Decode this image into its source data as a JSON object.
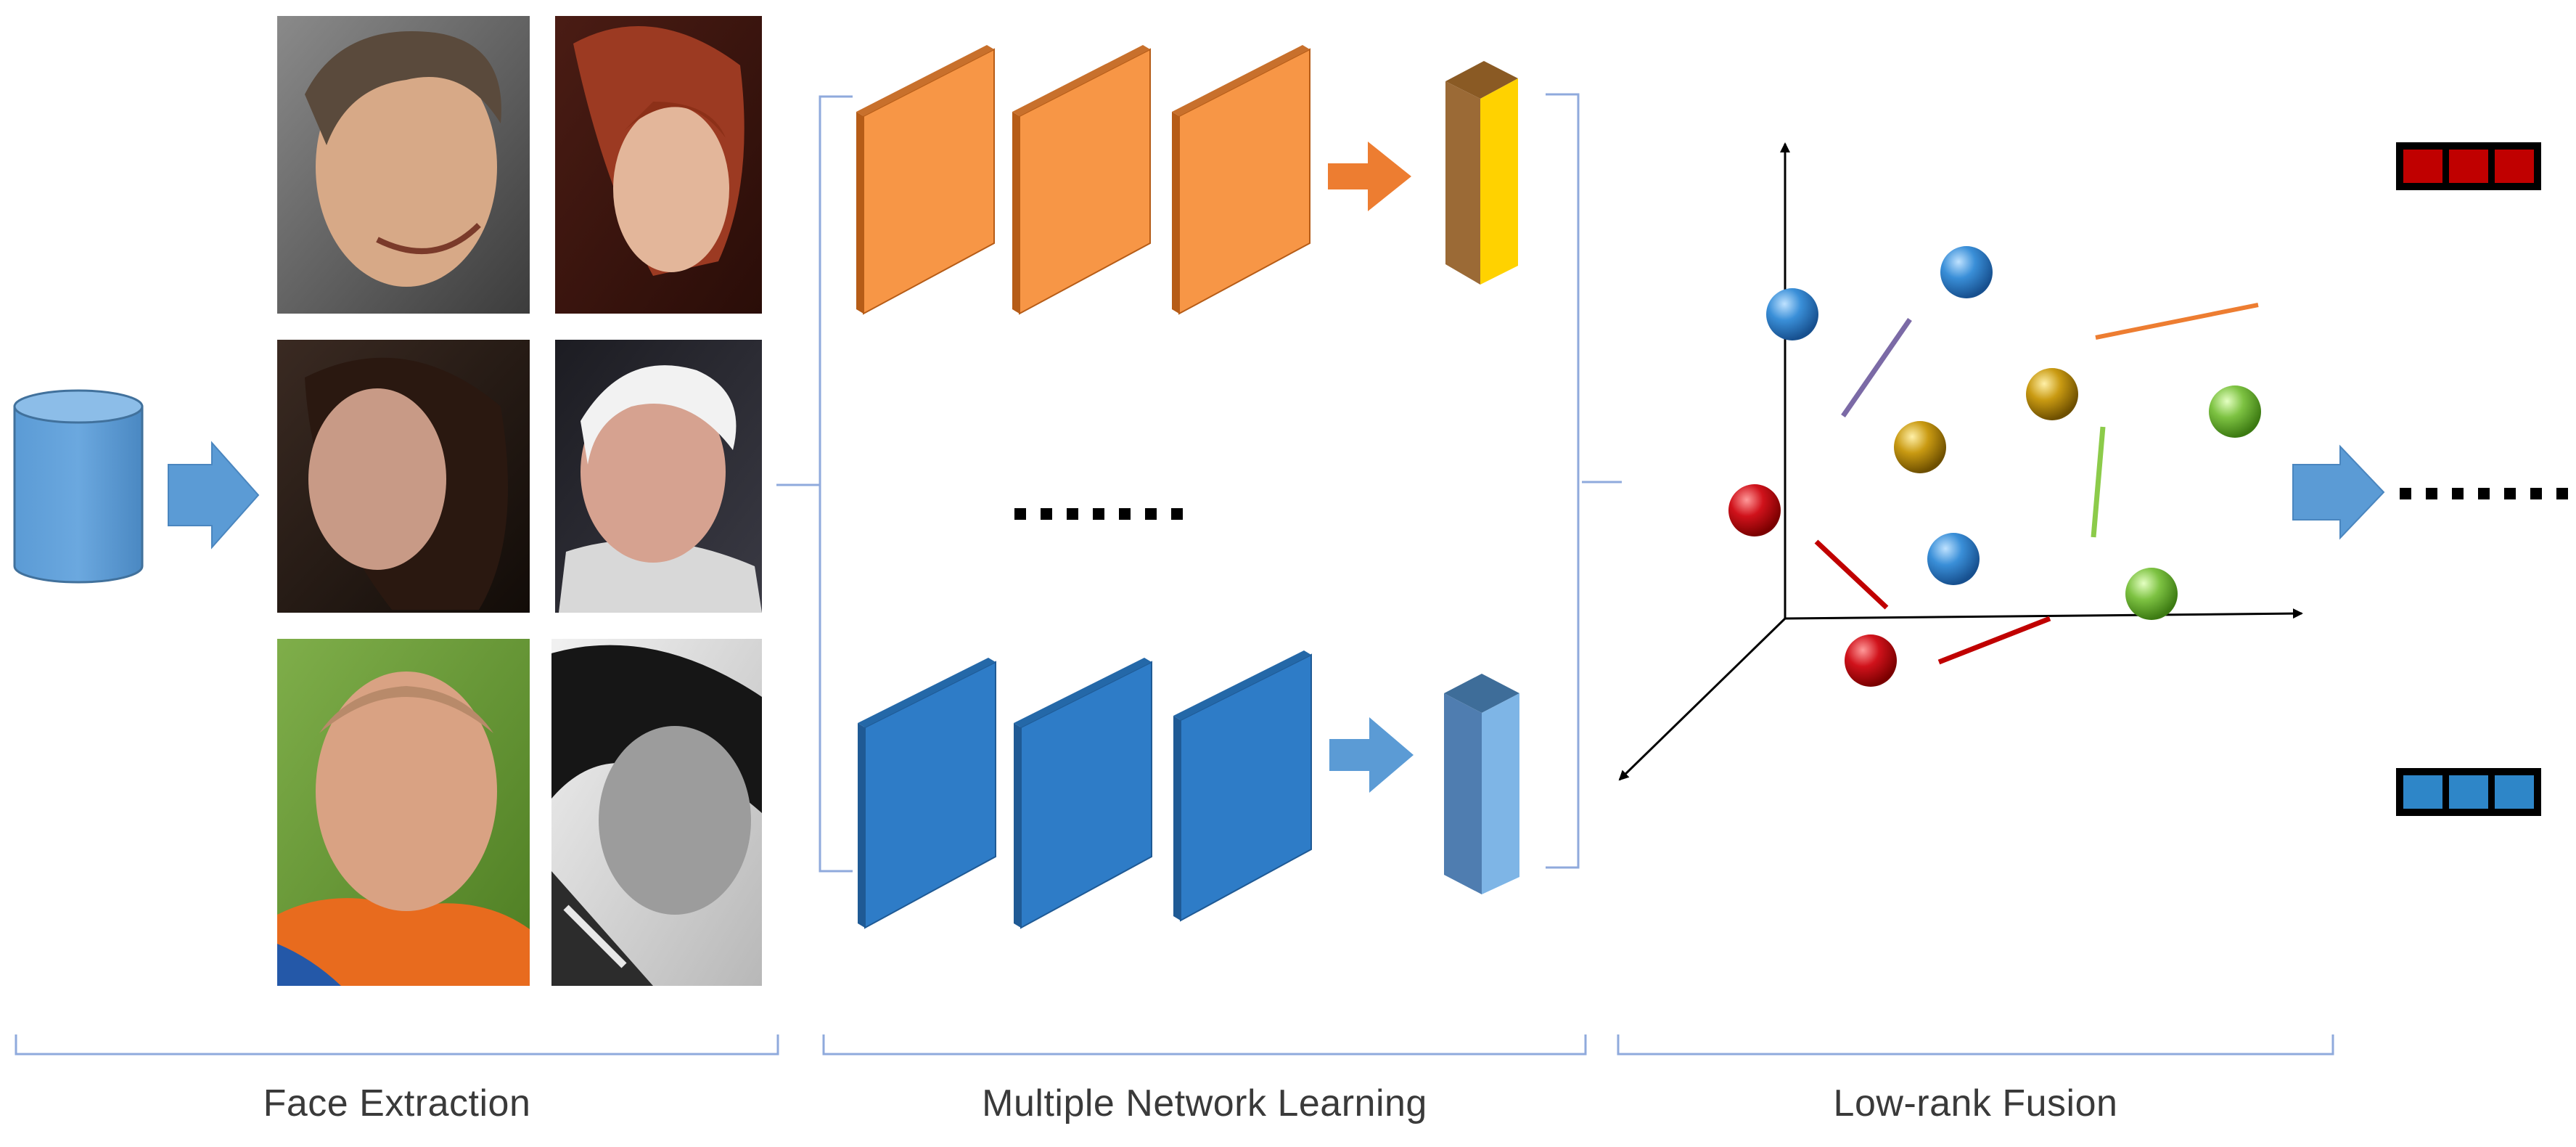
{
  "stages": [
    {
      "key": "face_extraction",
      "label": "Face Extraction"
    },
    {
      "key": "network_learning",
      "label": "Multiple Network Learning"
    },
    {
      "key": "fusion",
      "label": "Low-rank Fusion"
    }
  ],
  "colors": {
    "orange_map": "#F79646",
    "orange_side": "#B65C17",
    "blue_map": "#2E7CC7",
    "blue_side": "#1F5A95",
    "arrow_blue": "#5B9BD5",
    "arrow_orange": "#ED7D31",
    "database": "#5B9BD5",
    "bracket": "#8FAADC",
    "axis": "#000000",
    "vector_red": "#C00000",
    "vector_blue": "#2E86C8",
    "sphere_blue": "#3A8FD8",
    "sphere_red": "#D0121B",
    "sphere_gold": "#C99A12",
    "sphere_green": "#7DC242",
    "line_purple": "#7B6AA6",
    "line_orange": "#ED7D31",
    "line_green": "#8CCB4A",
    "line_red": "#C00000"
  },
  "icons": [
    "database-icon",
    "arrow-right-icon",
    "face-photo",
    "feature-map",
    "feature-vector-block",
    "ellipsis-dots",
    "3d-axes",
    "sphere",
    "output-vector"
  ],
  "face_photos": 6,
  "hidden_networks_indicator": "......",
  "output_indicator": "......"
}
